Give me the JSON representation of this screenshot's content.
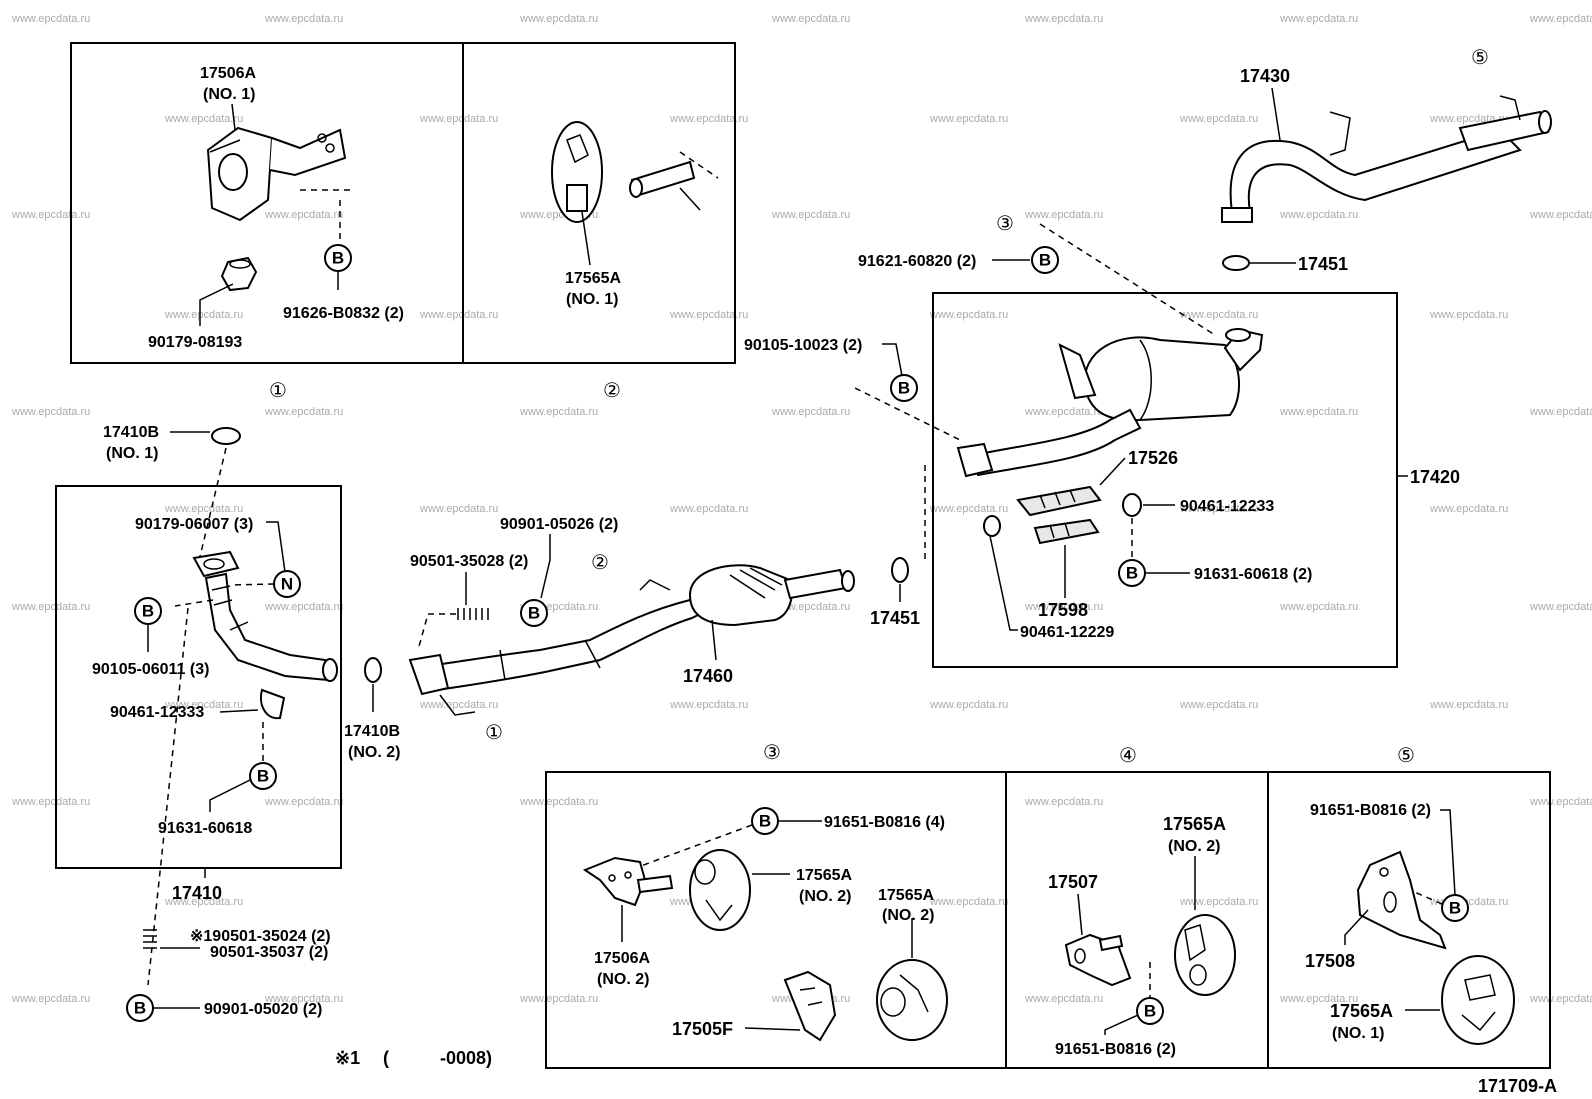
{
  "watermark": "www.epcdata.ru",
  "diagram_code": "171709-A",
  "footnote": {
    "mark": "※1",
    "open": "(",
    "text": "-0008)"
  },
  "refs": {
    "r1": "①",
    "r2": "②",
    "r3": "③",
    "r4": "④",
    "r5": "⑤"
  },
  "circles": {
    "B": "B",
    "N": "N"
  },
  "labels": {
    "p17506A_no1": "17506A",
    "p17506A_no1_sub": "(NO. 1)",
    "p90179_08193": "90179-08193",
    "p91626_B0832": "91626-B0832 (2)",
    "p17565A_no1_top": "17565A",
    "p17565A_no1_top_sub": "(NO. 1)",
    "p17430": "17430",
    "p17451_top": "17451",
    "p91621_60820": "91621-60820 (2)",
    "p90105_10023": "90105-10023 (2)",
    "p17526": "17526",
    "p17420": "17420",
    "p90461_12233": "90461-12233",
    "p91631_60618_2": "91631-60618 (2)",
    "p17598": "17598",
    "p90461_12229": "90461-12229",
    "p17451_mid": "17451",
    "p17410B_no1": "17410B",
    "p17410B_no1_sub": "(NO. 1)",
    "p90179_06007": "90179-06007 (3)",
    "p90105_06011": "90105-06011 (3)",
    "p90461_12333": "90461-12333",
    "p91631_60618": "91631-60618",
    "p17410": "17410",
    "p17410B_no2": "17410B",
    "p17410B_no2_sub": "(NO. 2)",
    "p90901_05026": "90901-05026 (2)",
    "p90501_35028": "90501-35028 (2)",
    "p17460": "17460",
    "p190501_35024": "※190501-35024 (2)",
    "p90501_35037": "90501-35037 (2)",
    "p90901_05020": "90901-05020 (2)",
    "p91651_B0816_4": "91651-B0816 (4)",
    "p17565A_no2_a": "17565A",
    "p17565A_no2_a_sub": "(NO. 2)",
    "p17565A_no2_b": "17565A",
    "p17565A_no2_b_sub": "(NO. 2)",
    "p17506A_no2": "17506A",
    "p17506A_no2_sub": "(NO. 2)",
    "p17505F": "17505F",
    "p17507": "17507",
    "p17565A_no2_c": "17565A",
    "p17565A_no2_c_sub": "(NO. 2)",
    "p91651_B0816_2b": "91651-B0816 (2)",
    "p91651_B0816_2a": "91651-B0816 (2)",
    "p17508": "17508",
    "p17565A_no1_bot": "17565A",
    "p17565A_no1_bot_sub": "(NO. 1)"
  }
}
